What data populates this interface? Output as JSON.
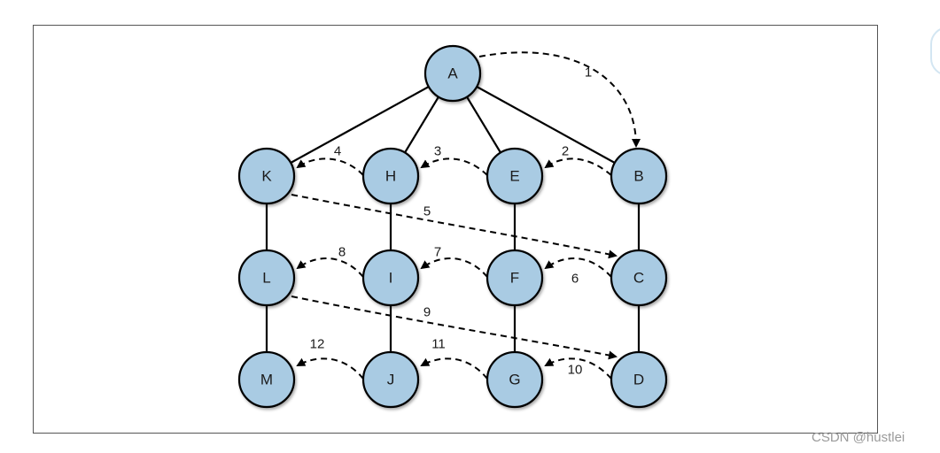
{
  "nodes": [
    {
      "id": "A",
      "label": "A"
    },
    {
      "id": "K",
      "label": "K"
    },
    {
      "id": "H",
      "label": "H"
    },
    {
      "id": "E",
      "label": "E"
    },
    {
      "id": "B",
      "label": "B"
    },
    {
      "id": "L",
      "label": "L"
    },
    {
      "id": "I",
      "label": "I"
    },
    {
      "id": "F",
      "label": "F"
    },
    {
      "id": "C",
      "label": "C"
    },
    {
      "id": "M",
      "label": "M"
    },
    {
      "id": "J",
      "label": "J"
    },
    {
      "id": "G",
      "label": "G"
    },
    {
      "id": "D",
      "label": "D"
    }
  ],
  "edges": [
    {
      "from": "A",
      "to": "K"
    },
    {
      "from": "A",
      "to": "H"
    },
    {
      "from": "A",
      "to": "E"
    },
    {
      "from": "A",
      "to": "B"
    },
    {
      "from": "K",
      "to": "L"
    },
    {
      "from": "L",
      "to": "M"
    },
    {
      "from": "H",
      "to": "I"
    },
    {
      "from": "I",
      "to": "J"
    },
    {
      "from": "E",
      "to": "F"
    },
    {
      "from": "F",
      "to": "G"
    },
    {
      "from": "B",
      "to": "C"
    },
    {
      "from": "C",
      "to": "D"
    }
  ],
  "traversal_steps": [
    {
      "step": "1",
      "from": "A",
      "to": "B"
    },
    {
      "step": "2",
      "from": "B",
      "to": "E"
    },
    {
      "step": "3",
      "from": "E",
      "to": "H"
    },
    {
      "step": "4",
      "from": "H",
      "to": "K"
    },
    {
      "step": "5",
      "from": "K",
      "to": "C"
    },
    {
      "step": "6",
      "from": "C",
      "to": "F"
    },
    {
      "step": "7",
      "from": "F",
      "to": "I"
    },
    {
      "step": "8",
      "from": "I",
      "to": "L"
    },
    {
      "step": "9",
      "from": "L",
      "to": "D"
    },
    {
      "step": "10",
      "from": "D",
      "to": "G"
    },
    {
      "step": "11",
      "from": "G",
      "to": "J"
    },
    {
      "step": "12",
      "from": "J",
      "to": "M"
    }
  ],
  "colors": {
    "node_fill": "#a9cbe3",
    "node_stroke": "#000000",
    "edge": "#000000",
    "border": "#555555"
  },
  "watermark": "CSDN @hustlei"
}
